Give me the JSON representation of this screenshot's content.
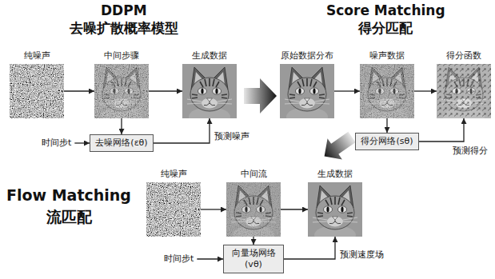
{
  "diagram": {
    "nodes": [
      {
        "text": [
          "纯噪声"
        ]
      },
      {
        "text": [
          "中间步骤"
        ]
      },
      {
        "text": [
          "生成数据"
        ]
      },
      {
        "text": [
          "去噪网络(εθ)"
        ]
      },
      {
        "text": [
          "原始数据分布"
        ]
      },
      {
        "text": [
          "噪声数据"
        ]
      },
      {
        "text": [
          "得分函数"
        ]
      },
      {
        "text": [
          "得分网络(sθ)"
        ]
      },
      {
        "text": [
          "纯噪声"
        ]
      },
      {
        "text": [
          "中间流"
        ]
      },
      {
        "text": [
          "生成数据"
        ]
      },
      {
        "text": [
          "向量场网络 (vθ)"
        ]
      }
    ],
    "edges": [
      {
        "from": 0,
        "to": 1,
        "arrow": "to"
      },
      {
        "from": 1,
        "to": 2,
        "arrow": "to"
      },
      {
        "from": 1,
        "to": 3,
        "arrow": "to"
      },
      {
        "from": 3,
        "to": 2,
        "arrow": "to"
      },
      {
        "from": 4,
        "to": 5,
        "arrow": "to"
      },
      {
        "from": 5,
        "to": 6,
        "arrow": "to"
      },
      {
        "from": 5,
        "to": 7,
        "arrow": "to"
      },
      {
        "from": 7,
        "to": 6,
        "arrow": "to"
      },
      {
        "from": 8,
        "to": 9,
        "arrow": "to"
      },
      {
        "from": 9,
        "to": 10,
        "arrow": "to"
      },
      {
        "from": 9,
        "to": 11,
        "arrow": "to"
      },
      {
        "from": 11,
        "to": 10,
        "arrow": "to"
      }
    ],
    "labels": [
      "DDPM",
      "去噪扩散概率模型",
      "Score Matching",
      "得分匹配",
      "Flow Matching",
      "流匹配",
      "时间步t",
      "预测噪声",
      "预测得分",
      "时间步t",
      "预测速度场"
    ]
  }
}
